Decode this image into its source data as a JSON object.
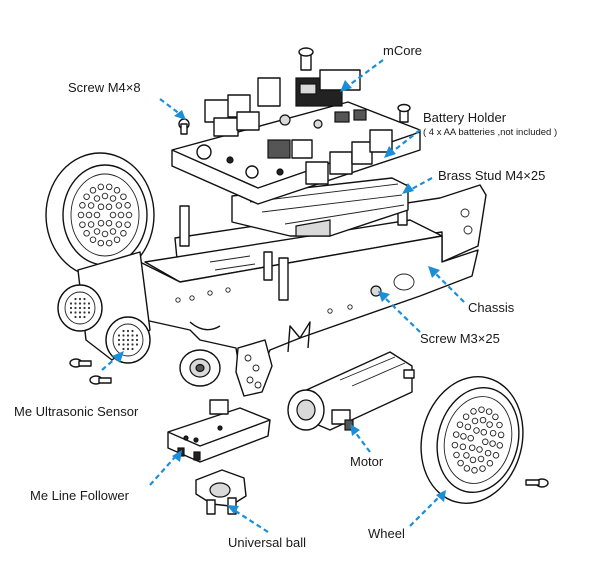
{
  "labels": {
    "screw_m4x8": "Screw M4×8",
    "mcore": "mCore",
    "battery_holder": "Battery Holder",
    "battery_holder_note": "( 4 x AA batteries ,not included )",
    "brass_stud": "Brass Stud M4×25",
    "chassis": "Chassis",
    "screw_m3x25": "Screw M3×25",
    "ultrasonic": "Me Ultrasonic Sensor",
    "motor": "Motor",
    "line_follower": "Me Line Follower",
    "universal_ball": "Universal ball",
    "wheel": "Wheel"
  },
  "colors": {
    "callout": "#1a8fd8",
    "outline": "#111111"
  }
}
